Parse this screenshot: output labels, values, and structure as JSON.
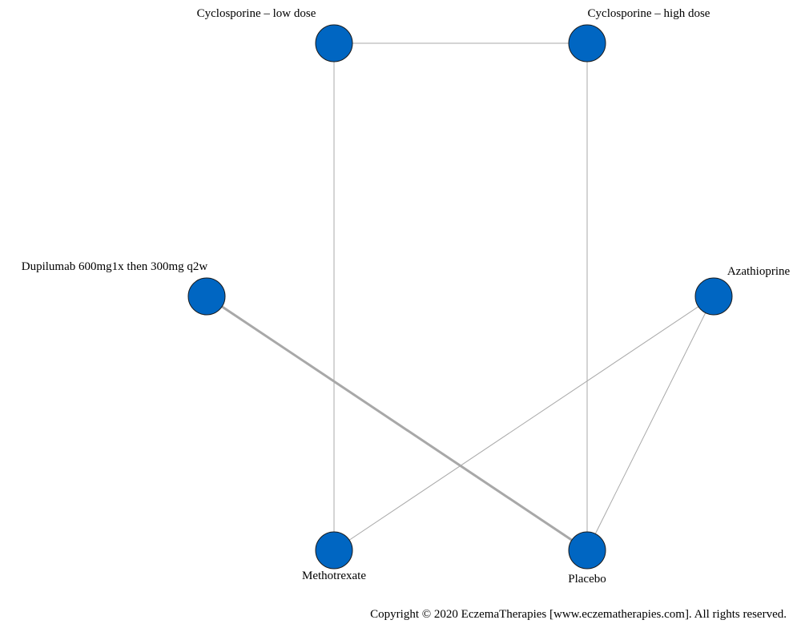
{
  "network": {
    "nodes": [
      {
        "id": "cyclo_low",
        "label": "Cyclosporine – low dose"
      },
      {
        "id": "cyclo_high",
        "label": "Cyclosporine – high dose"
      },
      {
        "id": "dupilumab",
        "label": "Dupilumab 600mg1x then 300mg q2w"
      },
      {
        "id": "azathioprine",
        "label": "Azathioprine"
      },
      {
        "id": "methotrexate",
        "label": "Methotrexate"
      },
      {
        "id": "placebo",
        "label": "Placebo"
      }
    ],
    "edges": [
      {
        "source": "cyclo_low",
        "target": "cyclo_high",
        "weight": 1
      },
      {
        "source": "cyclo_low",
        "target": "methotrexate",
        "weight": 1
      },
      {
        "source": "cyclo_high",
        "target": "placebo",
        "weight": 1
      },
      {
        "source": "dupilumab",
        "target": "placebo",
        "weight": 3
      },
      {
        "source": "azathioprine",
        "target": "methotrexate",
        "weight": 1
      },
      {
        "source": "azathioprine",
        "target": "placebo",
        "weight": 1
      }
    ],
    "colors": {
      "node_fill": "#0066c2",
      "node_stroke": "#1a1a1a",
      "edge": "#a8a8a8"
    }
  },
  "footer": {
    "copyright": "Copyright © 2020 EczemaTherapies [www.eczematherapies.com]. All rights reserved."
  }
}
